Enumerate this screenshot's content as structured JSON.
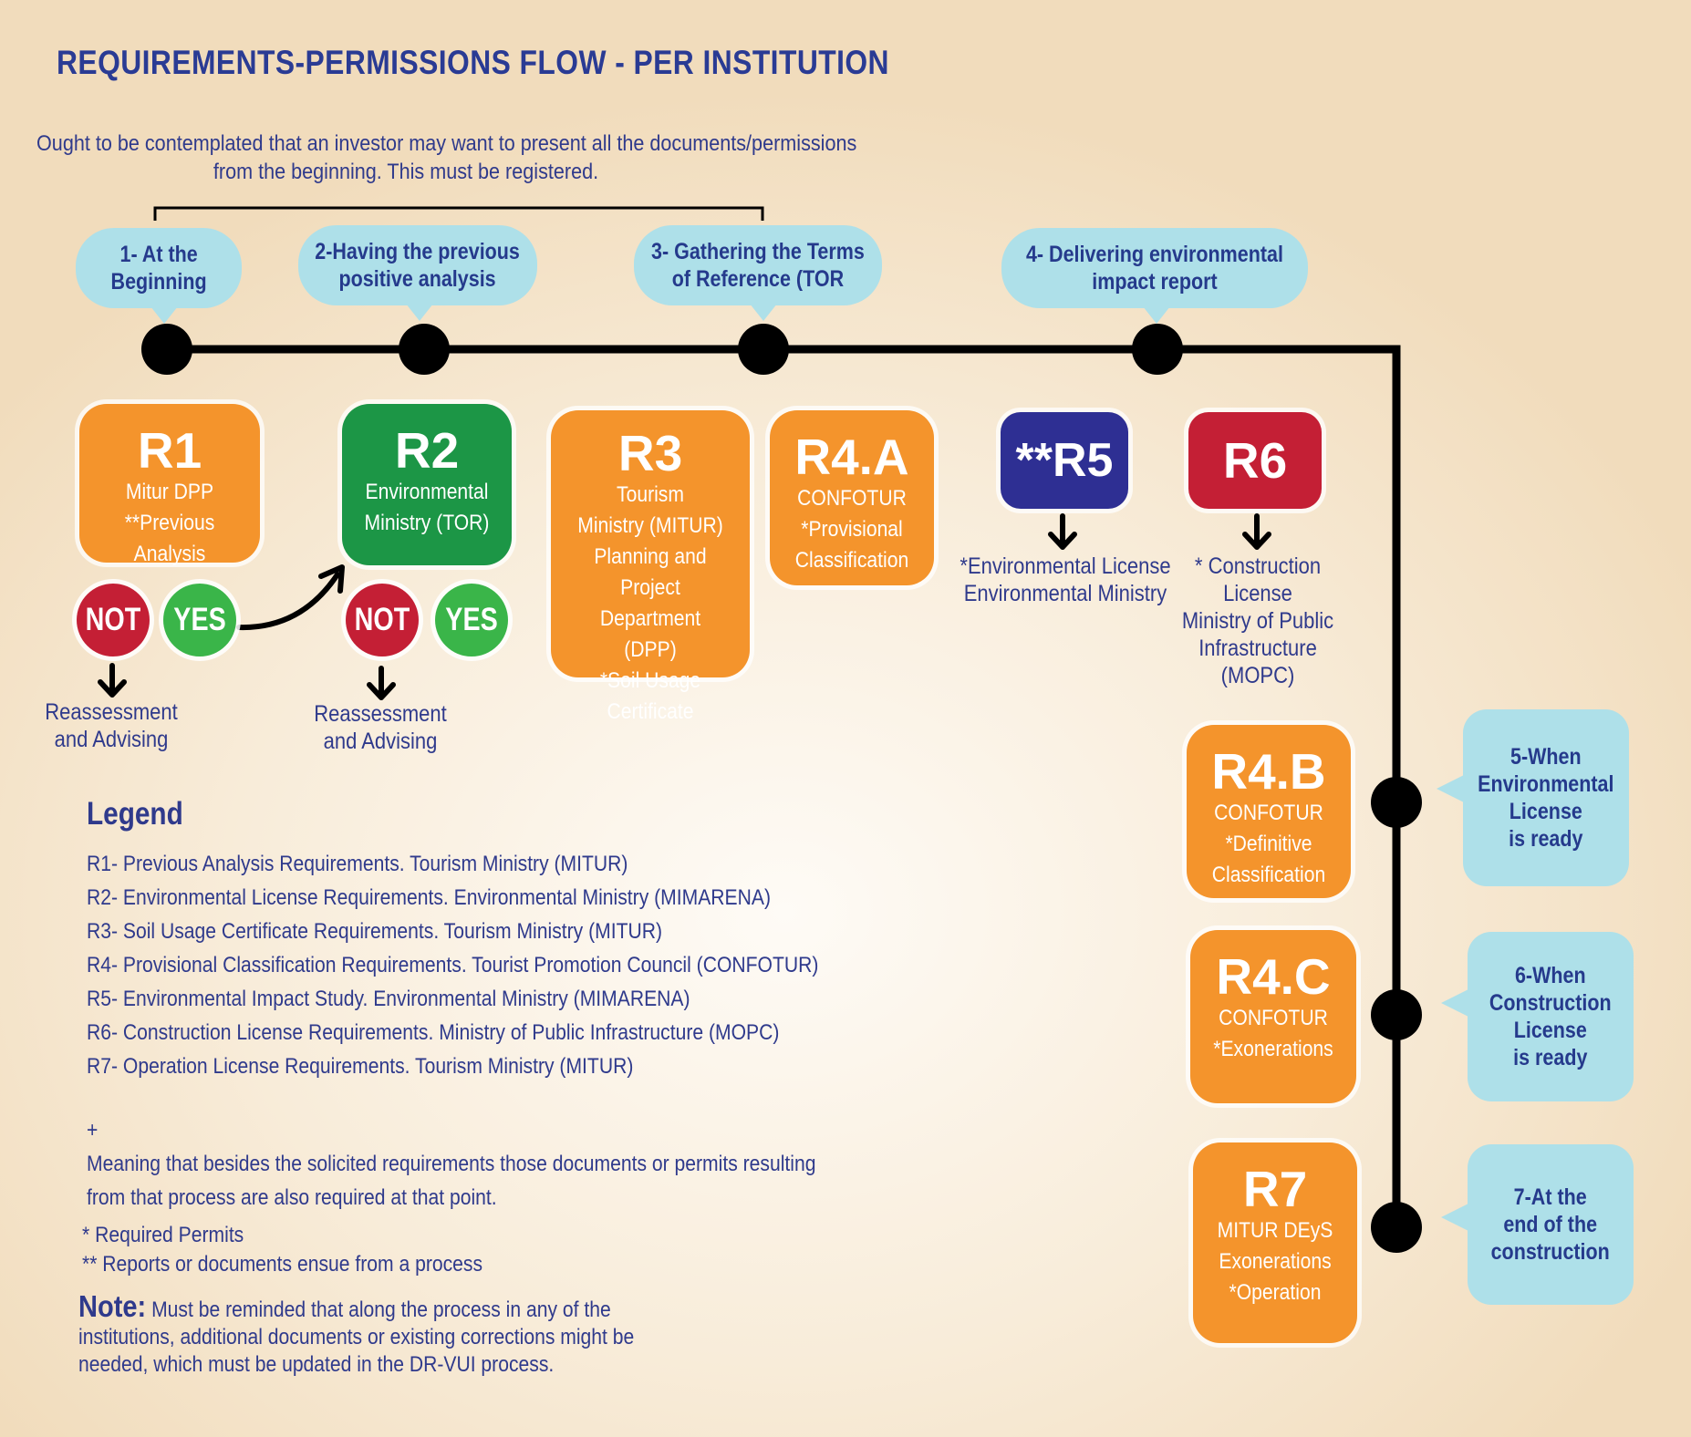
{
  "title": "REQUIREMENTS-PERMISSIONS FLOW - PER INSTITUTION",
  "intro": {
    "line1": "Ought to be contemplated that an investor may want to present all the documents/permissions",
    "line2": "from the beginning.  This must be registered."
  },
  "stages": [
    {
      "label": "1- At the\nBeginning"
    },
    {
      "label": "2-Having the previous\npositive analysis"
    },
    {
      "label": "3- Gathering the Terms\nof Reference (TOR"
    },
    {
      "label": "4- Delivering environmental\nimpact report"
    },
    {
      "label": "5-When\nEnvironmental\nLicense\nis ready"
    },
    {
      "label": "6-When\nConstruction\nLicense\nis ready"
    },
    {
      "label": "7-At the\nend of the\nconstruction"
    }
  ],
  "requirements": {
    "r1": {
      "code": "R1",
      "text": "Mitur DPP\n**Previous Analysis",
      "color": "#f4942c"
    },
    "r2": {
      "code": "R2",
      "text": "Environmental\nMinistry (TOR)",
      "color": "#1c9646"
    },
    "r3": {
      "code": "R3",
      "text": "Tourism\nMinistry (MITUR)\nPlanning and Project\nDepartment\n(DPP)\n*Soil Usage Certificate",
      "color": "#f4942c"
    },
    "r4a": {
      "code": "R4.A",
      "text": "CONFOTUR\n*Provisional\nClassification",
      "color": "#f4942c"
    },
    "r5": {
      "code": "**R5",
      "color": "#2e2f93"
    },
    "r6": {
      "code": "R6",
      "color": "#c41f35"
    },
    "r4b": {
      "code": "R4.B",
      "text": "CONFOTUR\n*Definitive\nClassification",
      "color": "#f4942c"
    },
    "r4c": {
      "code": "R4.C",
      "text": "CONFOTUR\n*Exonerations",
      "color": "#f4942c"
    },
    "r7": {
      "code": "R7",
      "text": "MITUR DEyS\nExonerations\n*Operation",
      "color": "#f4942c"
    }
  },
  "outputs": {
    "r5": "*Environmental License\nEnvironmental Ministry",
    "r6": "* Construction\nLicense\nMinistry of Public\nInfrastructure\n(MOPC)"
  },
  "decisions": {
    "not_label": "NOT",
    "yes_label": "YES",
    "reassess": "Reassessment\nand Advising"
  },
  "legend": {
    "title": "Legend",
    "items": [
      "R1- Previous Analysis Requirements.  Tourism Ministry (MITUR)",
      "R2- Environmental License Requirements.  Environmental Ministry (MIMARENA)",
      "R3- Soil Usage Certificate Requirements.   Tourism Ministry (MITUR)",
      "R4- Provisional Classification Requirements.  Tourist Promotion Council (CONFOTUR)",
      "R5- Environmental Impact Study.  Environmental Ministry (MIMARENA)",
      "R6- Construction License Requirements.  Ministry of Public Infrastructure (MOPC)",
      "R7- Operation License Requirements.  Tourism Ministry (MITUR)"
    ]
  },
  "footnotes": {
    "plus": "+",
    "plus_line1": "Meaning that besides the solicited requirements those documents or permits resulting",
    "plus_line2": "from that process are also required at that point.",
    "star": "* Required Permits",
    "double_star": "** Reports or documents ensue from a process"
  },
  "note": {
    "label": "Note:",
    "text": " Must be reminded that along the process in any of the institutions, additional documents or existing corrections might be needed, which must be updated in the DR-VUI process."
  }
}
